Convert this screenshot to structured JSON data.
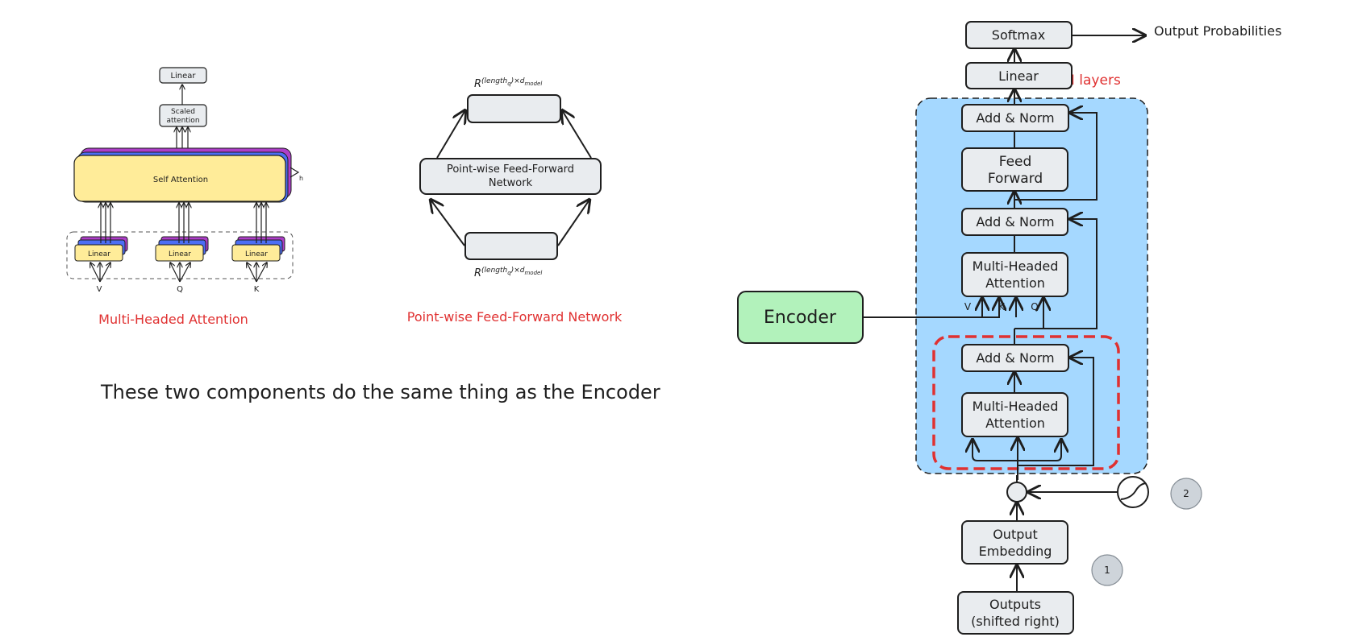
{
  "colors": {
    "stroke": "#1e1e1e",
    "box_fill": "#e9ecef",
    "layer_fill": "#a5d8ff",
    "encoder_fill": "#b2f2bb",
    "self_attention_fill": "#ffec99",
    "stack_purple": "#ae3ec9",
    "stack_blue": "#4c6ef5",
    "caption_red": "#e03131",
    "badge_fill": "#ced4da"
  },
  "mha": {
    "linear_top": "Linear",
    "scaled_line1": "Scaled",
    "scaled_line2": "attention",
    "self_attention": "Self Attention",
    "h_label": "h",
    "linear_v": "Linear",
    "linear_q": "Linear",
    "linear_k": "Linear",
    "input_v": "V",
    "input_q": "Q",
    "input_k": "K",
    "caption": "Multi-Headed Attention"
  },
  "ffn": {
    "top_dim_base": "R",
    "top_dim_sup": "(length",
    "top_dim_sub": "q",
    "top_dim_sup2": ")×d",
    "top_dim_sub2": "model",
    "middle_line1": "Point-wise Feed-Forward",
    "middle_line2": "Network",
    "bottom_dim_base": "R",
    "bottom_dim_sup": "(length",
    "bottom_dim_sub": "q",
    "bottom_dim_sup2": ")×d",
    "bottom_dim_sub2": "model",
    "caption": "Point-wise Feed-Forward Network"
  },
  "note": "These two components do the same thing as the Encoder",
  "decoder": {
    "softmax": "Softmax",
    "output_probabilities": "Output Probabilities",
    "linear": "Linear",
    "n_layers": "N layers",
    "add_norm_top": "Add & Norm",
    "feed_forward_line1": "Feed",
    "feed_forward_line2": "Forward",
    "add_norm_mid": "Add & Norm",
    "mha_line1": "Multi-Headed",
    "mha_line2": "Attention",
    "input_v": "V",
    "input_k": "K",
    "input_q": "Q",
    "encoder": "Encoder",
    "add_norm_bottom": "Add & Norm",
    "masked_mha_line1": "Multi-Headed",
    "masked_mha_line2": "Attention",
    "output_embedding_line1": "Output",
    "output_embedding_line2": "Embedding",
    "outputs_line1": "Outputs",
    "outputs_line2": "(shifted right)",
    "badge_1": "1",
    "badge_2": "2"
  }
}
